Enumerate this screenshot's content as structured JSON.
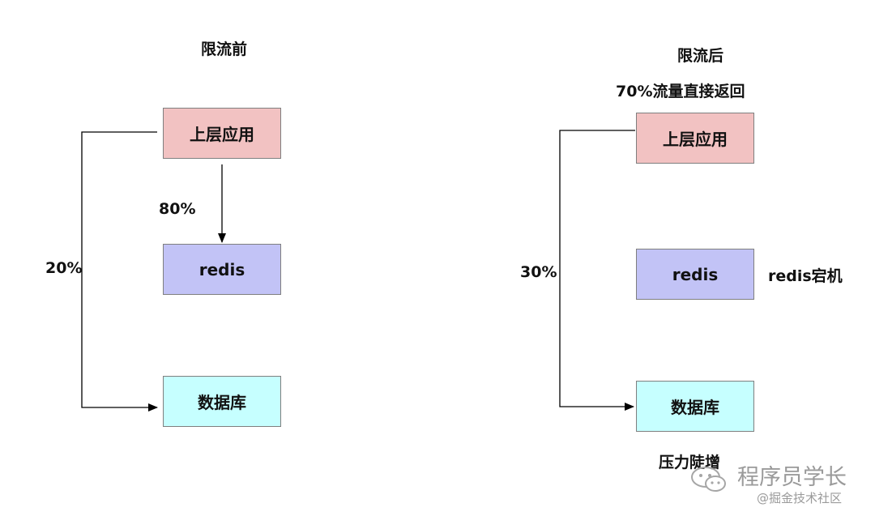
{
  "left": {
    "title": "限流前",
    "app_box": "上层应用",
    "redis_box": "redis",
    "db_box": "数据库",
    "pct_to_redis": "80%",
    "pct_to_db": "20%"
  },
  "right": {
    "title": "限流后",
    "subtitle": "70%流量直接返回",
    "app_box": "上层应用",
    "redis_box": "redis",
    "redis_note": "redis宕机",
    "db_box": "数据库",
    "pct_to_db": "30%",
    "db_note": "压力陡增"
  },
  "watermark": {
    "line1": "程序员学长",
    "line2": "@掘金技术社区"
  },
  "colors": {
    "app": "#f2c2c2",
    "redis": "#c2c3f6",
    "db": "#c6ffff",
    "wire": "#000000"
  }
}
